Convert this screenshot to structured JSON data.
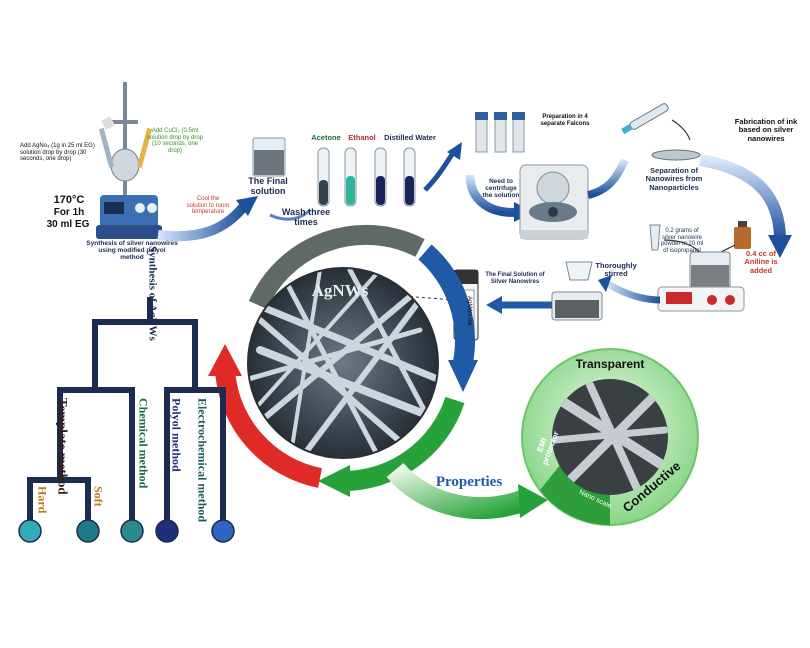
{
  "synthesis_setup": {
    "add_agno3": "Add AgNo₃ (1g in 25 ml EG) solution drop by drop (30 seconds, one drop)",
    "add_cucl": "Add CuCl₂ (0.5ml solution drop by drop (10 seconds, one drop)",
    "conditions_temp": "170°C",
    "conditions_time": "For 1h",
    "conditions_volume": "30 ml EG",
    "caption": "Synthesis of silver nanowires using modified polyol method",
    "cool": "Cool the solution to room temperature"
  },
  "washing": {
    "final_solution": "The Final solution",
    "wash": "Wash three times",
    "tube_labels": [
      "Acetone",
      "Ethanol",
      "Distilled Water"
    ]
  },
  "centrifuge": {
    "preparation": "Preparation in 4 separate Falcons",
    "need": "Need to centrifuge the solution"
  },
  "separation": {
    "text": "Separation of Nanowires from Nanoparticles"
  },
  "ink": {
    "fabrication": "Fabrication of ink based on silver nanowires",
    "amount": "0.2 grams of silver nanowire powder in 20 ml of isopropanol",
    "aniline": "0.4 cc of Aniline is added",
    "stirred": "Thoroughly stirred",
    "final": "The Final Solution of Silver Nanowires",
    "vial": "AgNWs ink"
  },
  "center": {
    "title": "AgNWs"
  },
  "tree": {
    "root_label": "Synthesis of AgNWs",
    "template": "Template method",
    "chemical": "Chemical method",
    "polyol": "Polyol method",
    "electro": "Electrochemical method",
    "hard": "Hard",
    "soft": "Soft"
  },
  "properties": {
    "label": "Properties",
    "transparent": "Transparent",
    "conductive": "Conductive",
    "emi": "EMI protector",
    "nano": "Nano scale"
  },
  "colors": {
    "navy": "#1c2b52",
    "arrow_blue": "#1f5aa6",
    "arrow_red": "#e02a28",
    "arrow_green": "#27a23a",
    "arrow_gray": "#5f6a64",
    "leaf_teal": "#33aab5",
    "leaf_darkteal": "#1f7a85",
    "leaf_navy": "#1e2e7a",
    "leaf_blue": "#2f63c4"
  }
}
